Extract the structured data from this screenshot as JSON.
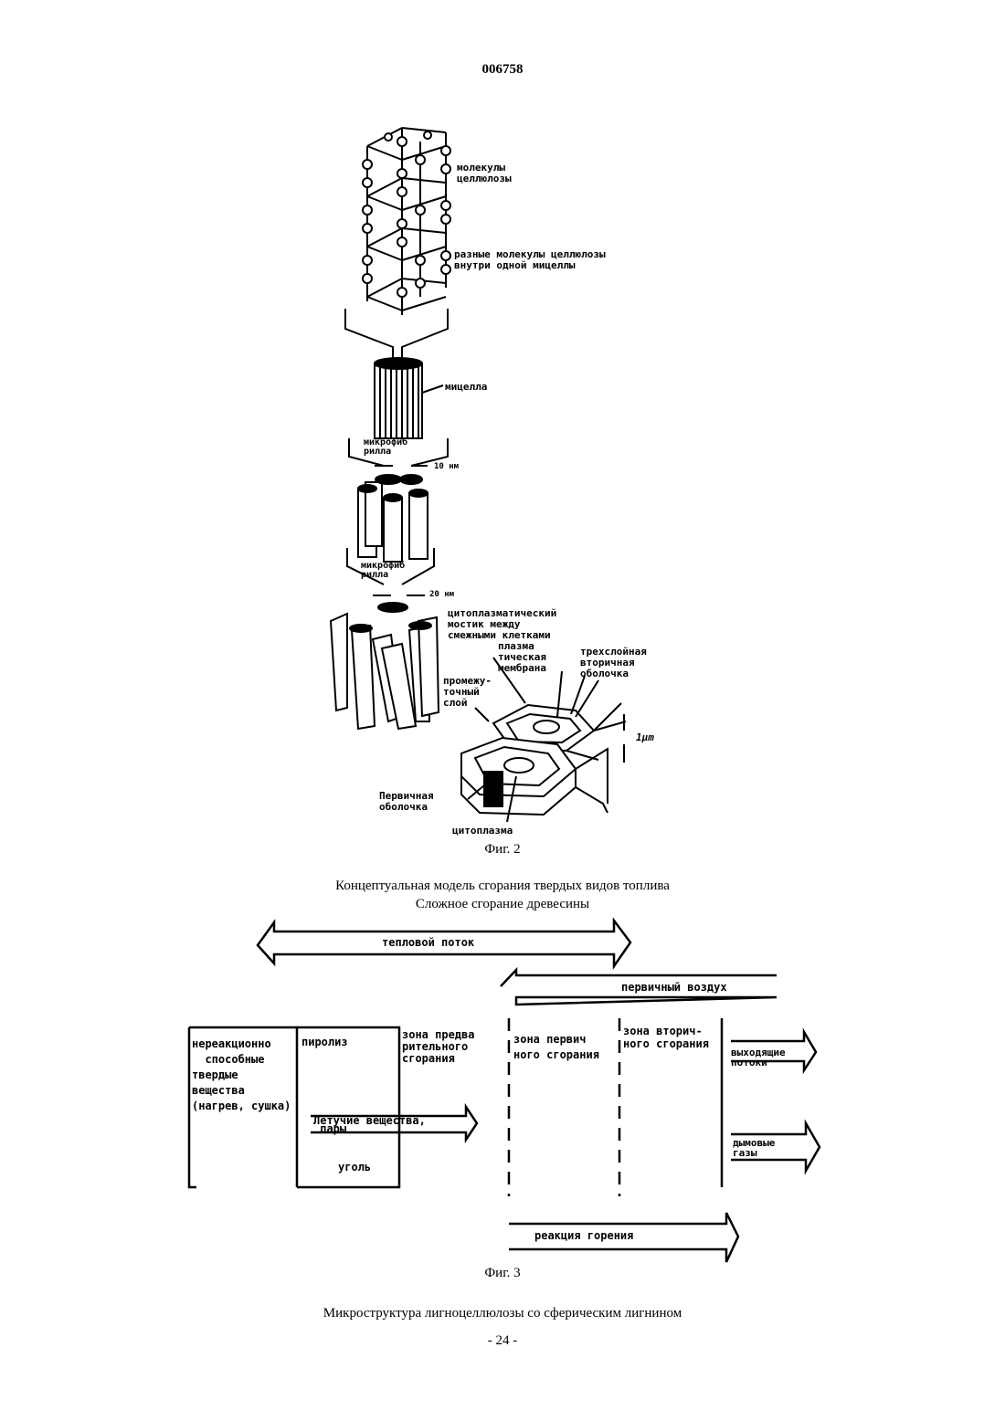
{
  "header": {
    "doc_number": "006758"
  },
  "fig2": {
    "labels": {
      "cellulose_molecules": "молекулы\nцеллюлозы",
      "different_molecules": "разные молекулы целлюлозы\nвнутри одной мицеллы",
      "micelle": "мицелла",
      "microfibril_1": "микрофиб\nрилла",
      "size_10nm": "10 нм",
      "microfibril_2": "микрофиб\nрилла",
      "size_20nm": "20 нм",
      "cyto_bridge": "цитоплазматический\nмостик между\nсмежными клетками",
      "plasma_membrane": "плазма\nтическая\nмембрана",
      "three_layer": "трехслойная\nвторичная\nоболочка",
      "intermediate_layer": "промежу-\nточный\nслой",
      "size_1um": "1μm",
      "primary_shell": "Первичная\nоболочка",
      "cytoplasm": "цитоплазма"
    },
    "caption": "Фиг. 2"
  },
  "fig3": {
    "title_line1": "Концептуальная модель сгорания твердых видов топлива",
    "title_line2": "Сложное сгорание древесины",
    "labels": {
      "heat_flow": "тепловой поток",
      "primary_air": "первичный воздух",
      "unreactive": "нереакционно\n  способные\nтвердые\nвещества\n(нагрев, сушка)",
      "pyrolysis": "пиролиз",
      "pre_combustion": "зона предва\nрительного\nсгорания",
      "primary_zone": "зона первич\nного сгорания",
      "secondary_zone": "зона вторич-\nного сгорания",
      "outflows": "выходящие\nпотоки",
      "volatiles": "Летучие вещества,\n пары",
      "flue_gases": "дымовые\nгазы",
      "coal": "уголь",
      "combustion_reaction": "реакция горения"
    },
    "caption": "Фиг. 3"
  },
  "footer": {
    "next_title": "Микроструктура лигноцеллюлозы со сферическим лигнином",
    "page_number": "- 24 -"
  }
}
